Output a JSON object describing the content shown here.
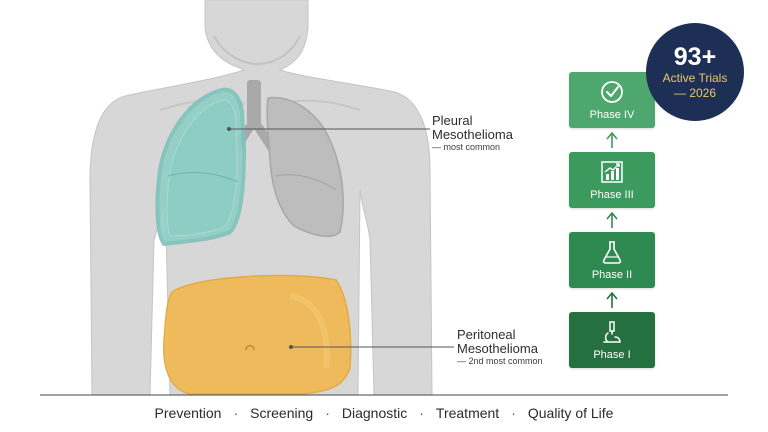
{
  "annotations": {
    "pleural": {
      "title_line1": "Pleural",
      "title_line2": "Mesothelioma",
      "note": "— most common"
    },
    "peritoneal": {
      "title_line1": "Peritoneal",
      "title_line2": "Mesothelioma",
      "note": "— 2nd most common"
    }
  },
  "phases": [
    {
      "label": "Phase IV",
      "icon": "check-circle-icon",
      "color": "#4ea76e"
    },
    {
      "label": "Phase III",
      "icon": "chart-growth-icon",
      "color": "#3d9a5e"
    },
    {
      "label": "Phase II",
      "icon": "flask-icon",
      "color": "#2f8a52"
    },
    {
      "label": "Phase I",
      "icon": "microscope-icon",
      "color": "#24713f"
    }
  ],
  "badge": {
    "count": "93+",
    "line1": "Active Trials",
    "line2": "— 2026",
    "bg": "#1d2f55",
    "accent": "#e9c86a"
  },
  "bottom_nav": [
    "Prevention",
    "Screening",
    "Diagnostic",
    "Treatment",
    "Quality of Life"
  ],
  "colors": {
    "body": "#d7d7d7",
    "lung_highlight": "#8fcfc5",
    "lung_other": "#bdbdbd",
    "abdomen": "#f0b955"
  }
}
